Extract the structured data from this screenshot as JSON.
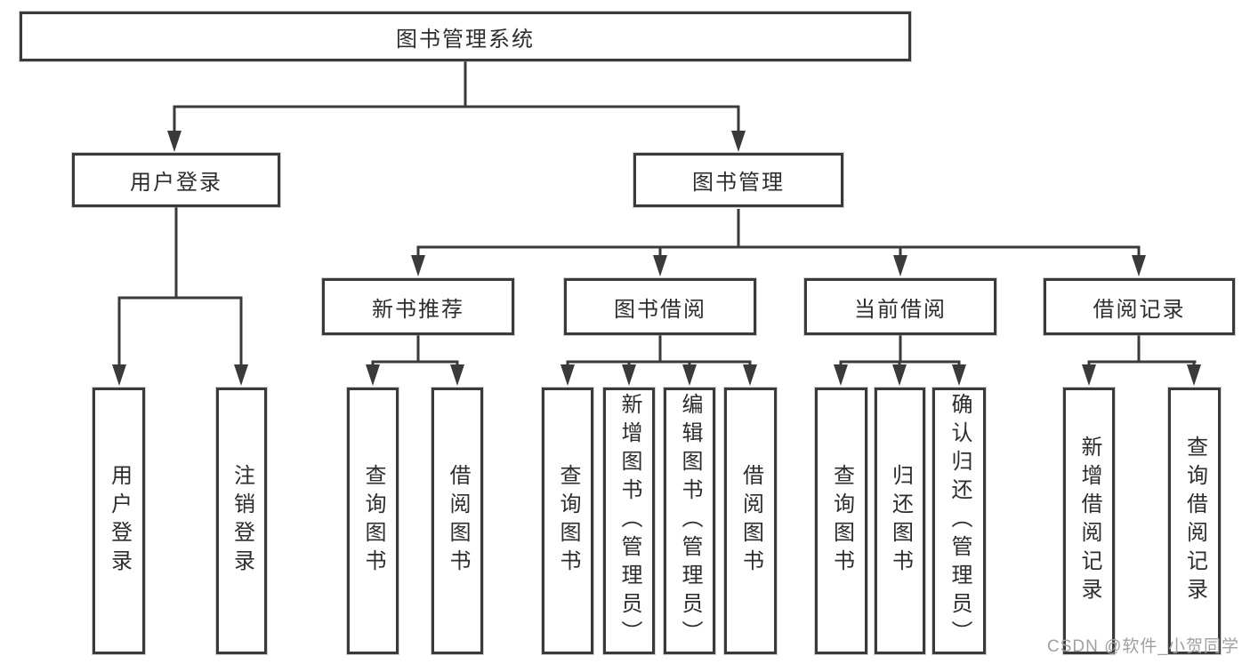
{
  "colors": {
    "line": "#3a3a3a",
    "text": "#2d2d2d",
    "background": "#ffffff",
    "watermark": "#a0a0a0"
  },
  "watermark": {
    "text": "CSDN @软件_小贺同学"
  },
  "tree": {
    "label": "图书管理系统",
    "children": [
      {
        "label": "用户登录",
        "children": [
          {
            "label": "用户登录"
          },
          {
            "label": "注销登录"
          }
        ]
      },
      {
        "label": "图书管理",
        "children": [
          {
            "label": "新书推荐",
            "children": [
              {
                "label": "查询图书"
              },
              {
                "label": "借阅图书"
              }
            ]
          },
          {
            "label": "图书借阅",
            "children": [
              {
                "label": "查询图书"
              },
              {
                "label": "新增图书（管理员）"
              },
              {
                "label": "编辑图书（管理员）"
              },
              {
                "label": "借阅图书"
              }
            ]
          },
          {
            "label": "当前借阅",
            "children": [
              {
                "label": "查询图书"
              },
              {
                "label": "归还图书"
              },
              {
                "label": "确认归还（管理员）"
              }
            ]
          },
          {
            "label": "借阅记录",
            "children": [
              {
                "label": "新增借阅记录"
              },
              {
                "label": "查询借阅记录"
              }
            ]
          }
        ]
      }
    ]
  }
}
